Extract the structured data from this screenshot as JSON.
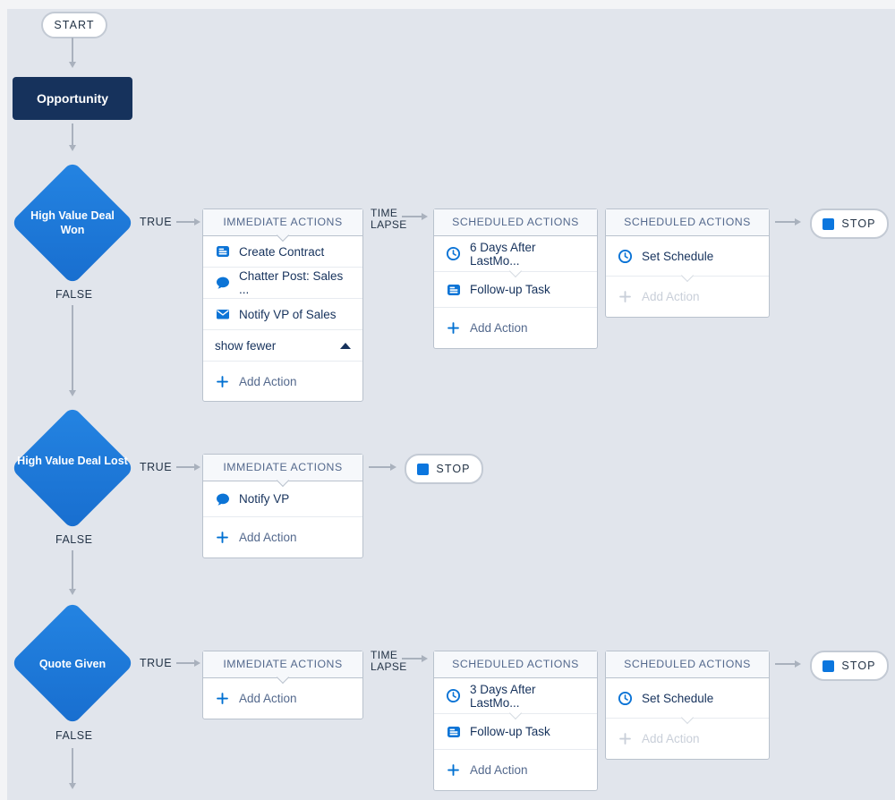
{
  "colors": {
    "canvas": "#e1e5ec",
    "accent_blue": "#0070d2",
    "icon_blue": "#0c74d6",
    "diamond_blue": "#1d79d8",
    "dark_navy": "#16325c"
  },
  "start_label": "START",
  "stop_label": "STOP",
  "trigger_label": "Opportunity",
  "branch_labels": {
    "true": "TRUE",
    "false": "FALSE"
  },
  "time_lapse": {
    "line1": "TIME",
    "line2": "LAPSE"
  },
  "rows": [
    {
      "criteria": "High Value Deal Won",
      "immediate": {
        "title": "IMMEDIATE ACTIONS",
        "items": [
          {
            "icon": "task-icon",
            "label": "Create Contract"
          },
          {
            "icon": "chatter-icon",
            "label": "Chatter Post: Sales ..."
          },
          {
            "icon": "email-icon",
            "label": "Notify VP of Sales"
          }
        ],
        "show_fewer": "show fewer",
        "add_action": "Add Action"
      },
      "scheduled1": {
        "title": "SCHEDULED ACTIONS",
        "items": [
          {
            "icon": "clock-icon",
            "label": "6 Days After LastMo..."
          },
          {
            "icon": "task-icon",
            "label": "Follow-up Task"
          }
        ],
        "add_action": "Add Action"
      },
      "scheduled2": {
        "title": "SCHEDULED ACTIONS",
        "items": [
          {
            "icon": "clock-icon",
            "label": "Set Schedule"
          }
        ],
        "add_action": "Add Action",
        "add_action_disabled": true
      }
    },
    {
      "criteria": "High Value Deal Lost",
      "immediate": {
        "title": "IMMEDIATE ACTIONS",
        "items": [
          {
            "icon": "chatter-icon",
            "label": "Notify VP"
          }
        ],
        "add_action": "Add Action"
      }
    },
    {
      "criteria": "Quote Given",
      "immediate": {
        "title": "IMMEDIATE ACTIONS",
        "items": [],
        "add_action": "Add Action"
      },
      "scheduled1": {
        "title": "SCHEDULED ACTIONS",
        "items": [
          {
            "icon": "clock-icon",
            "label": "3 Days After LastMo..."
          },
          {
            "icon": "task-icon",
            "label": "Follow-up Task"
          }
        ],
        "add_action": "Add Action"
      },
      "scheduled2": {
        "title": "SCHEDULED ACTIONS",
        "items": [
          {
            "icon": "clock-icon",
            "label": "Set Schedule"
          }
        ],
        "add_action": "Add Action",
        "add_action_disabled": true
      }
    }
  ]
}
